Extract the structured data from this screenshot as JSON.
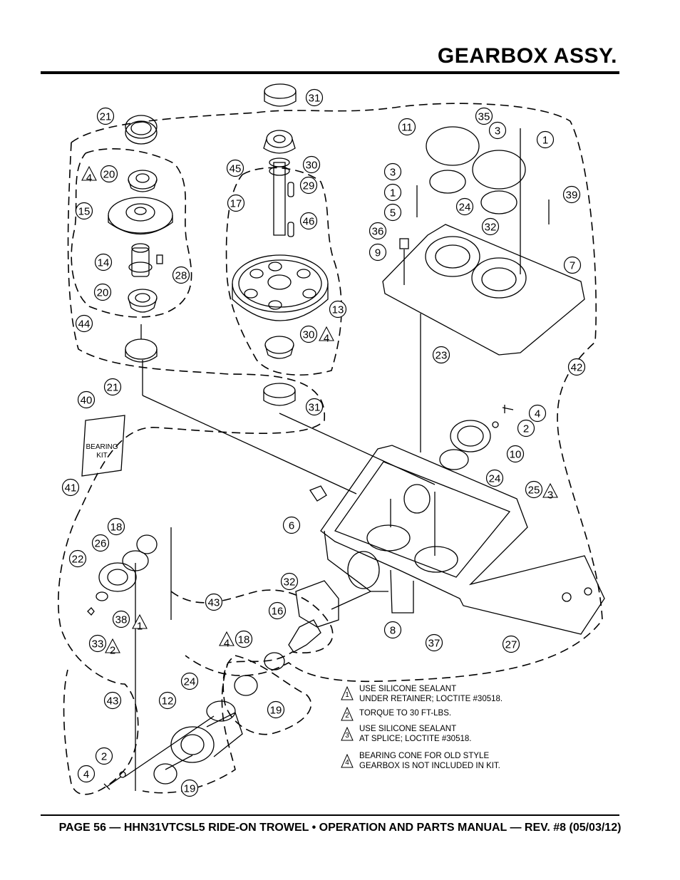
{
  "page_title": "GEARBOX ASSY.",
  "footer": "PAGE 56 — HHN31VTCSL5 RIDE-ON TROWEL • OPERATION AND PARTS MANUAL — REV. #8 (05/03/12)",
  "kit_label_1": "BEARING",
  "kit_label_2": "KIT",
  "callouts": [
    "31",
    "21",
    "20",
    "15",
    "14",
    "28",
    "20",
    "44",
    "21",
    "45",
    "30",
    "29",
    "17",
    "46",
    "13",
    "30",
    "31",
    "11",
    "35",
    "3",
    "1",
    "3",
    "1",
    "5",
    "36",
    "9",
    "24",
    "32",
    "39",
    "7",
    "23",
    "42",
    "40",
    "4",
    "2",
    "10",
    "24",
    "25",
    "41",
    "6",
    "18",
    "26",
    "22",
    "38",
    "33",
    "43",
    "32",
    "16",
    "18",
    "8",
    "37",
    "27",
    "43",
    "24",
    "12",
    "19",
    "2",
    "4",
    "19"
  ],
  "notes": [
    {
      "mark": "1",
      "line1": "USE SILICONE SEALANT",
      "line2": "UNDER RETAINER;  LOCTITE #30518."
    },
    {
      "mark": "2",
      "line1": "TORQUE TO 30 FT-LBS.",
      "line2": ""
    },
    {
      "mark": "3",
      "line1": "USE SILICONE SEALANT",
      "line2": "AT SPLICE;  LOCTITE #30518."
    },
    {
      "mark": "4",
      "line1": "BEARING CONE FOR OLD STYLE",
      "line2": "GEARBOX IS NOT INCLUDED IN KIT."
    }
  ]
}
